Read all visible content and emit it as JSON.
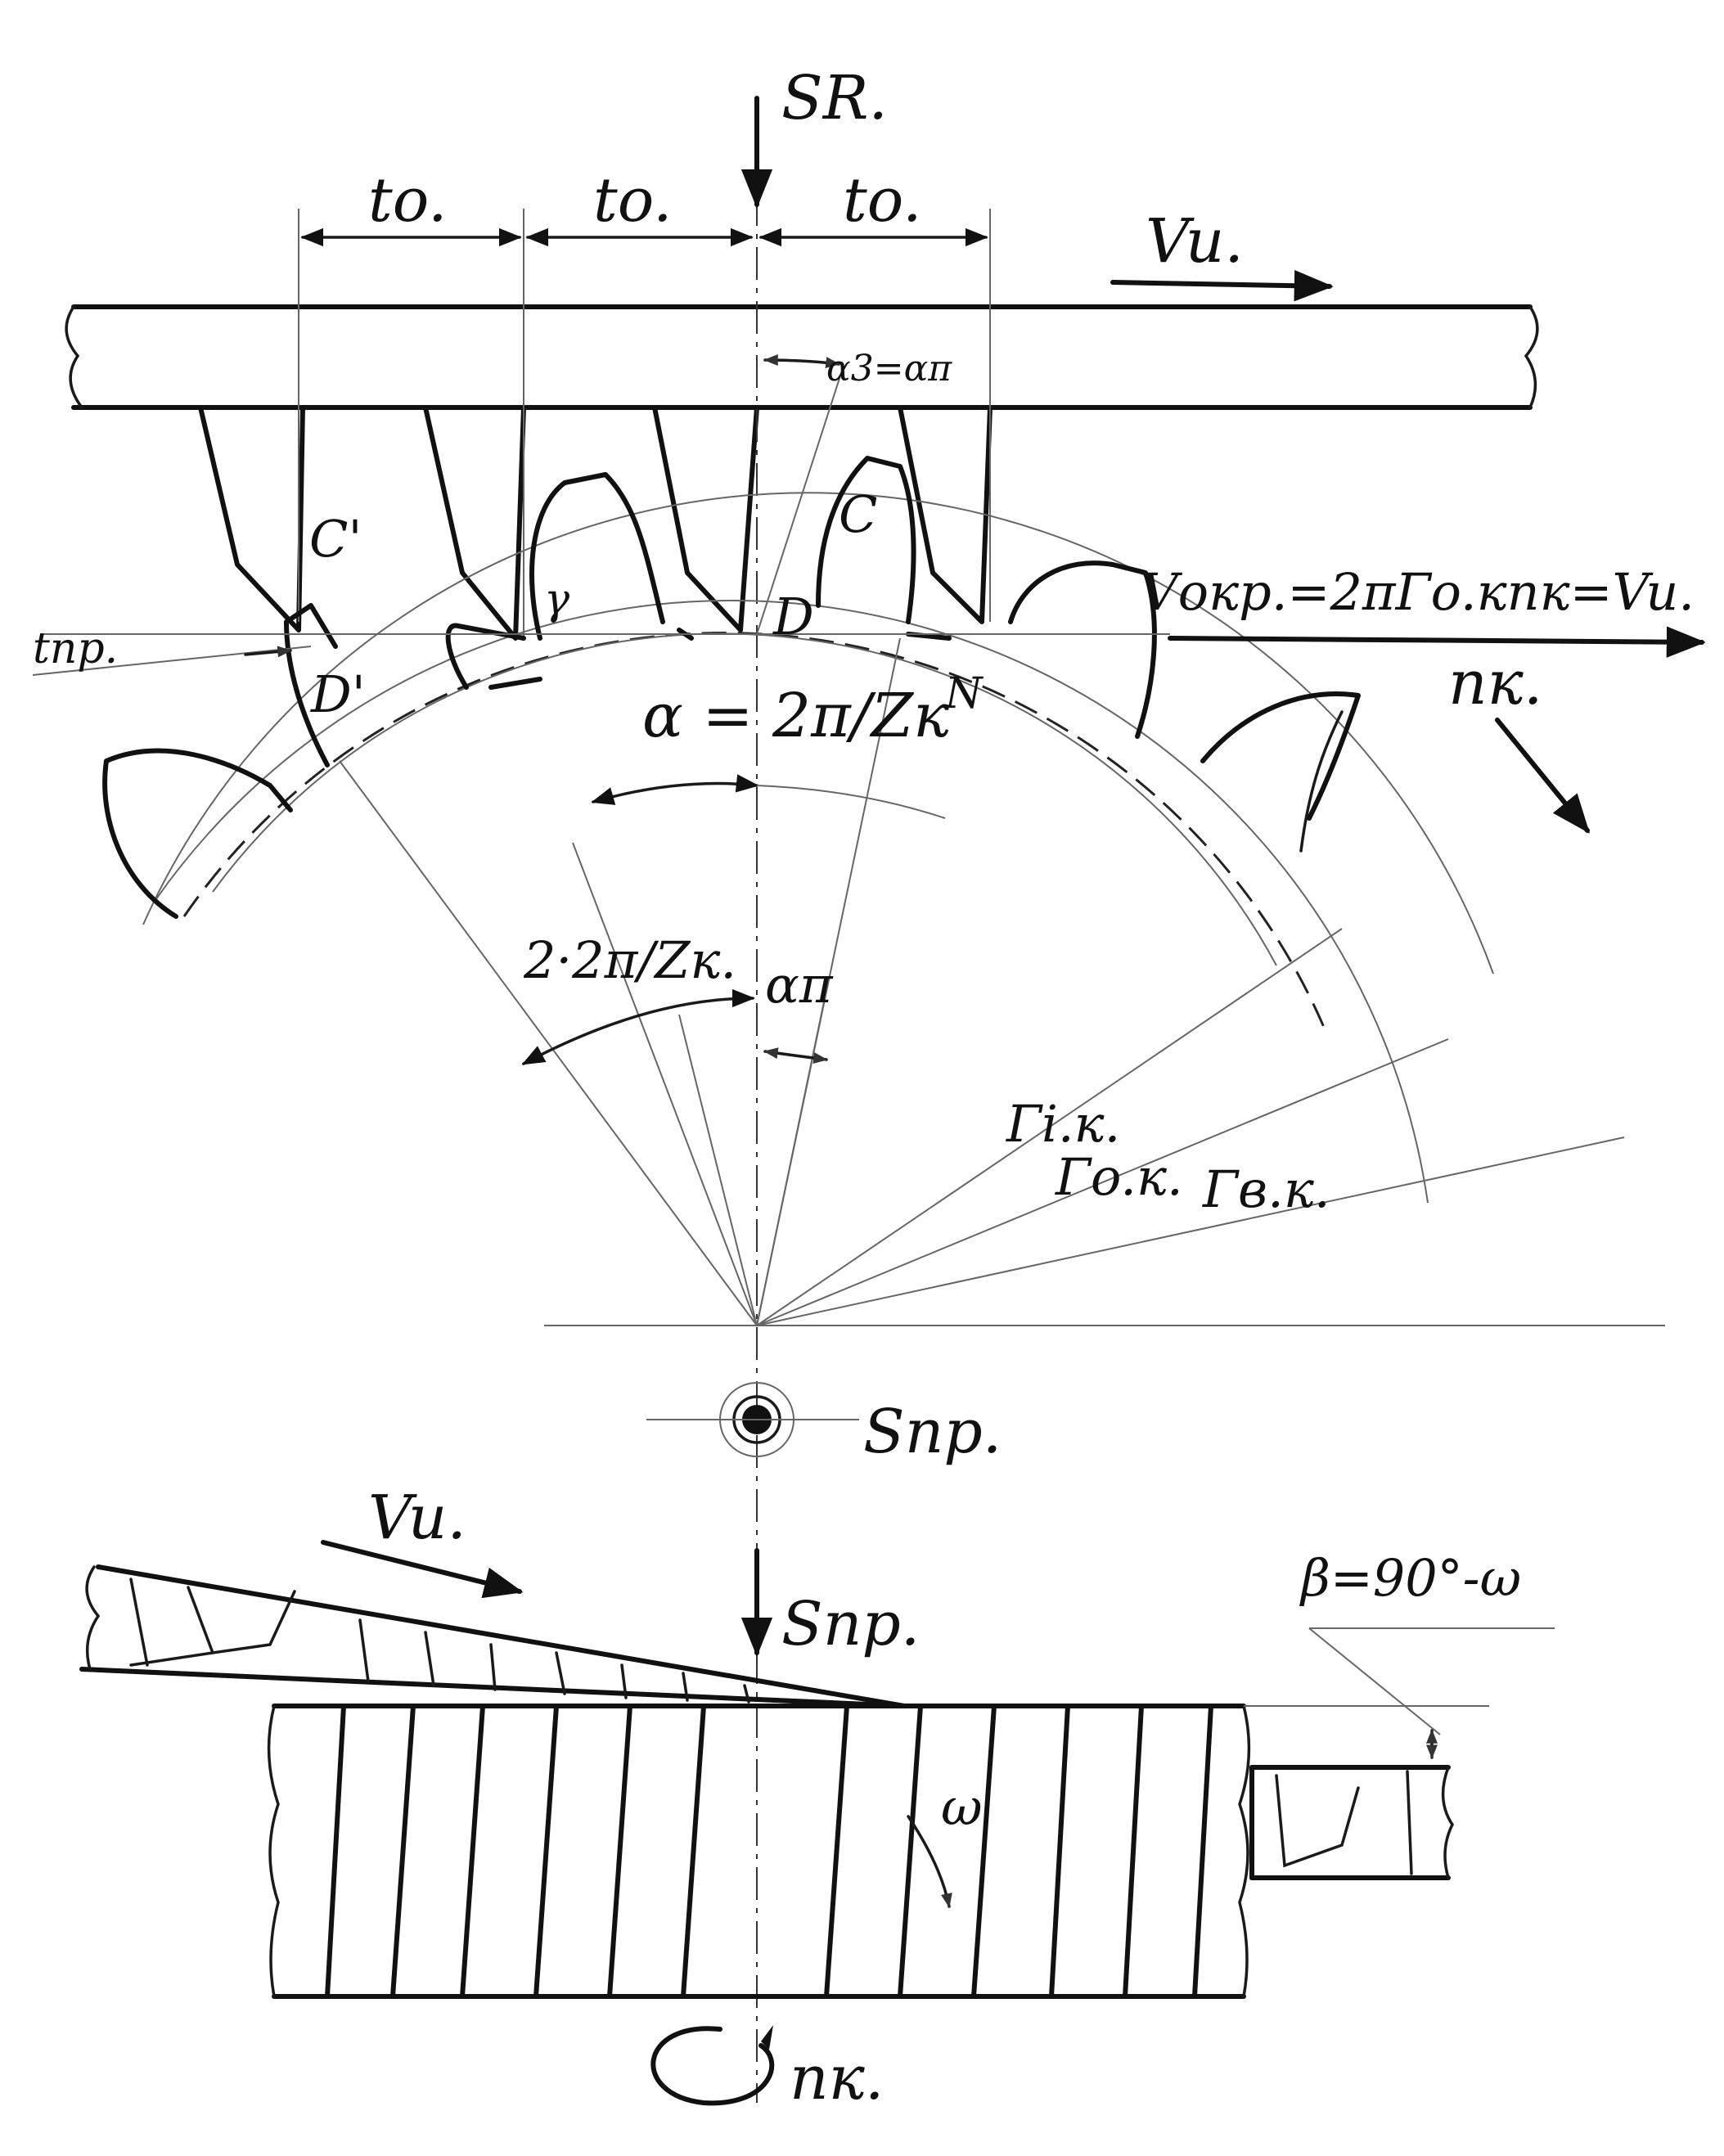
{
  "labels": {
    "s_r": "SR.",
    "t_o_1": "to.",
    "t_o_2": "to.",
    "t_o_3": "to.",
    "v_u_top": "Vu.",
    "alpha_z": "α3=απ",
    "c_prime": "C'",
    "c": "C",
    "d": "D",
    "gamma": "γ",
    "v_okr": "Vокр.=2πΓo.кnк=Vu.",
    "t_pr": "tпр.",
    "d_prime": "D'",
    "n_point": "N",
    "n_k_top": "nк.",
    "alpha_eq": "α = 2π/Zк",
    "two_alpha": "2·2π/Zк.",
    "alpha_pi": "απ",
    "r_ik": "Γi.к.",
    "r_ok": "Γo.к.",
    "r_bk": "Γв.к.",
    "s_pr_top": "Sпр.",
    "v_u_bottom": "Vu.",
    "s_pr_bottom": "Sпр.",
    "beta": "β=90°-ω",
    "omega": "ω",
    "n_k_bottom": "nк."
  },
  "colors": {
    "ink": "#111111",
    "pencil": "#666666",
    "paper": "#ffffff"
  }
}
